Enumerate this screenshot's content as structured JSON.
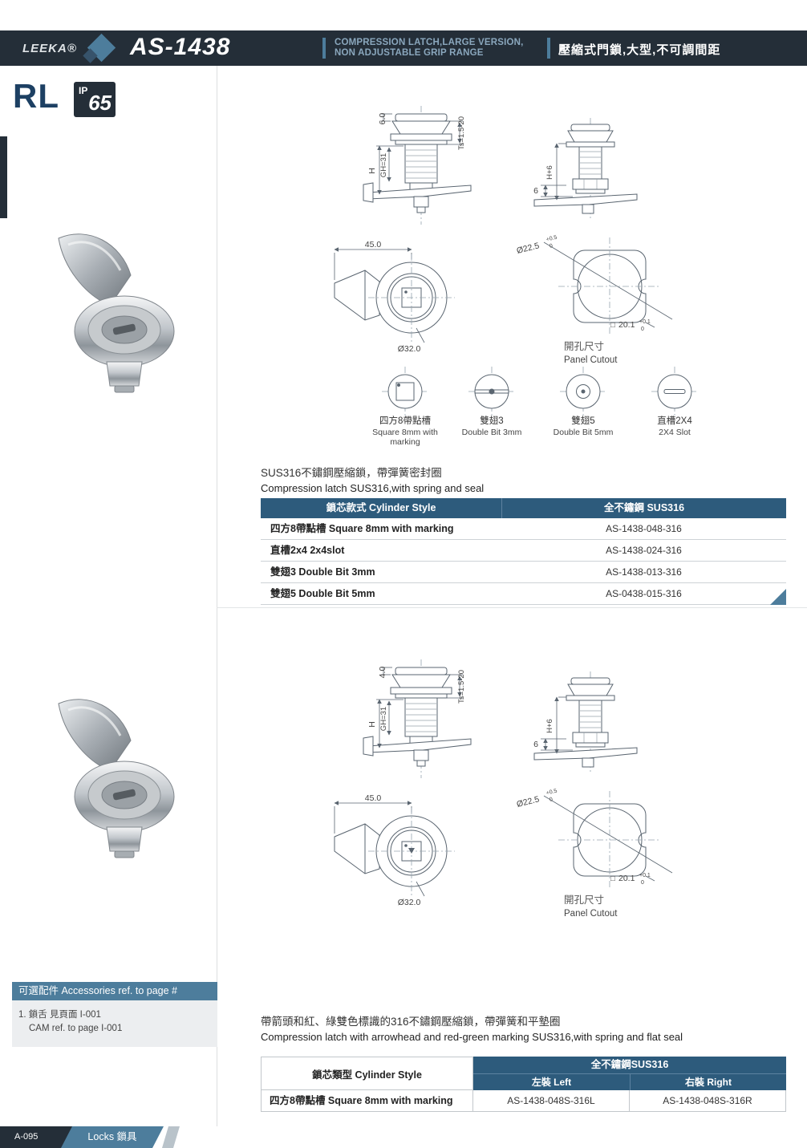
{
  "header": {
    "brand": "LEEKA®",
    "model": "AS-1438",
    "title_en1": "COMPRESSION LATCH,LARGE VERSION,",
    "title_en2": "NON ADJUSTABLE GRIP RANGE",
    "title_zh": "壓縮式門鎖,大型,不可調間距"
  },
  "badges": {
    "rl": "RL",
    "ip_prefix": "IP",
    "ip_value": "65"
  },
  "accessories": {
    "title": "可選配件 Accessories ref. to page #",
    "line1": "1. 鎖舌 見頁面 I-001",
    "line2": "CAM  ref. to page I-001"
  },
  "drawing1": {
    "cap_height": "6.0",
    "ts_range": "Ts=1.5-20",
    "h": "H",
    "gh": "GH=31",
    "six": "6",
    "h_plus_6": "H+6",
    "width": "45.0",
    "dia_body": "Ø32.0",
    "dia_cutout": "Ø22.5",
    "dia_tol_up": "+0.5",
    "dia_tol_dn": "0",
    "sq_symbol": "□",
    "sq_size": "20.1",
    "sq_tol_up": "+0.1",
    "sq_tol_dn": "0",
    "cutout_zh": "開孔尺寸",
    "cutout_en": "Panel Cutout"
  },
  "cylinders": [
    {
      "zh": "四方8帶點槽",
      "en1": "Square 8mm with",
      "en2": "marking"
    },
    {
      "zh": "雙翅3",
      "en1": "Double Bit 3mm",
      "en2": ""
    },
    {
      "zh": "雙翅5",
      "en1": "Double Bit 5mm",
      "en2": ""
    },
    {
      "zh": "直槽2X4",
      "en1": "2X4 Slot",
      "en2": ""
    }
  ],
  "section1": {
    "desc_zh": "SUS316不鏽鋼壓縮鎖，帶彈簧密封圈",
    "desc_en": "Compression latch SUS316,with spring and seal",
    "table": {
      "col_style": "鎖芯款式  Cylinder Style",
      "col_part": "全不鏽鋼 SUS316",
      "rows": [
        {
          "style": "四方8帶點槽 Square 8mm with marking",
          "part": "AS-1438-048-316"
        },
        {
          "style": "直槽2x4 2x4slot",
          "part": "AS-1438-024-316"
        },
        {
          "style": "雙翅3 Double Bit 3mm",
          "part": "AS-1438-013-316"
        },
        {
          "style": "雙翅5 Double Bit 5mm",
          "part": "AS-0438-015-316"
        }
      ]
    }
  },
  "drawing2": {
    "cap_height": "4.0",
    "ts_range": "Ts=1.5-20",
    "h": "H",
    "gh": "GH=31",
    "six": "6",
    "h_plus_6": "H+6",
    "width": "45.0",
    "dia_body": "Ø32.0",
    "dia_cutout": "Ø22.5",
    "dia_tol_up": "+0.5",
    "dia_tol_dn": "0",
    "sq_symbol": "□",
    "sq_size": "20.1",
    "sq_tol_up": "+0.1",
    "sq_tol_dn": "0",
    "cutout_zh": "開孔尺寸",
    "cutout_en": "Panel Cutout"
  },
  "section2": {
    "desc_zh": "帶箭頭和紅、綠雙色標識的316不鏽鋼壓縮鎖，帶彈簧和平墊圈",
    "desc_en": "Compression latch with arrowhead and red-green marking SUS316,with spring and flat seal",
    "table": {
      "col_style": "鎖芯類型 Cylinder Style",
      "col_group": "全不鏽鋼SUS316",
      "col_left": "左裝 Left",
      "col_right": "右裝 Right",
      "row_style": "四方8帶點槽 Square 8mm with marking",
      "part_left": "AS-1438-048S-316L",
      "part_right": "AS-1438-048S-316R"
    }
  },
  "footer": {
    "page": "A-095",
    "section": "Locks 鎖具"
  }
}
